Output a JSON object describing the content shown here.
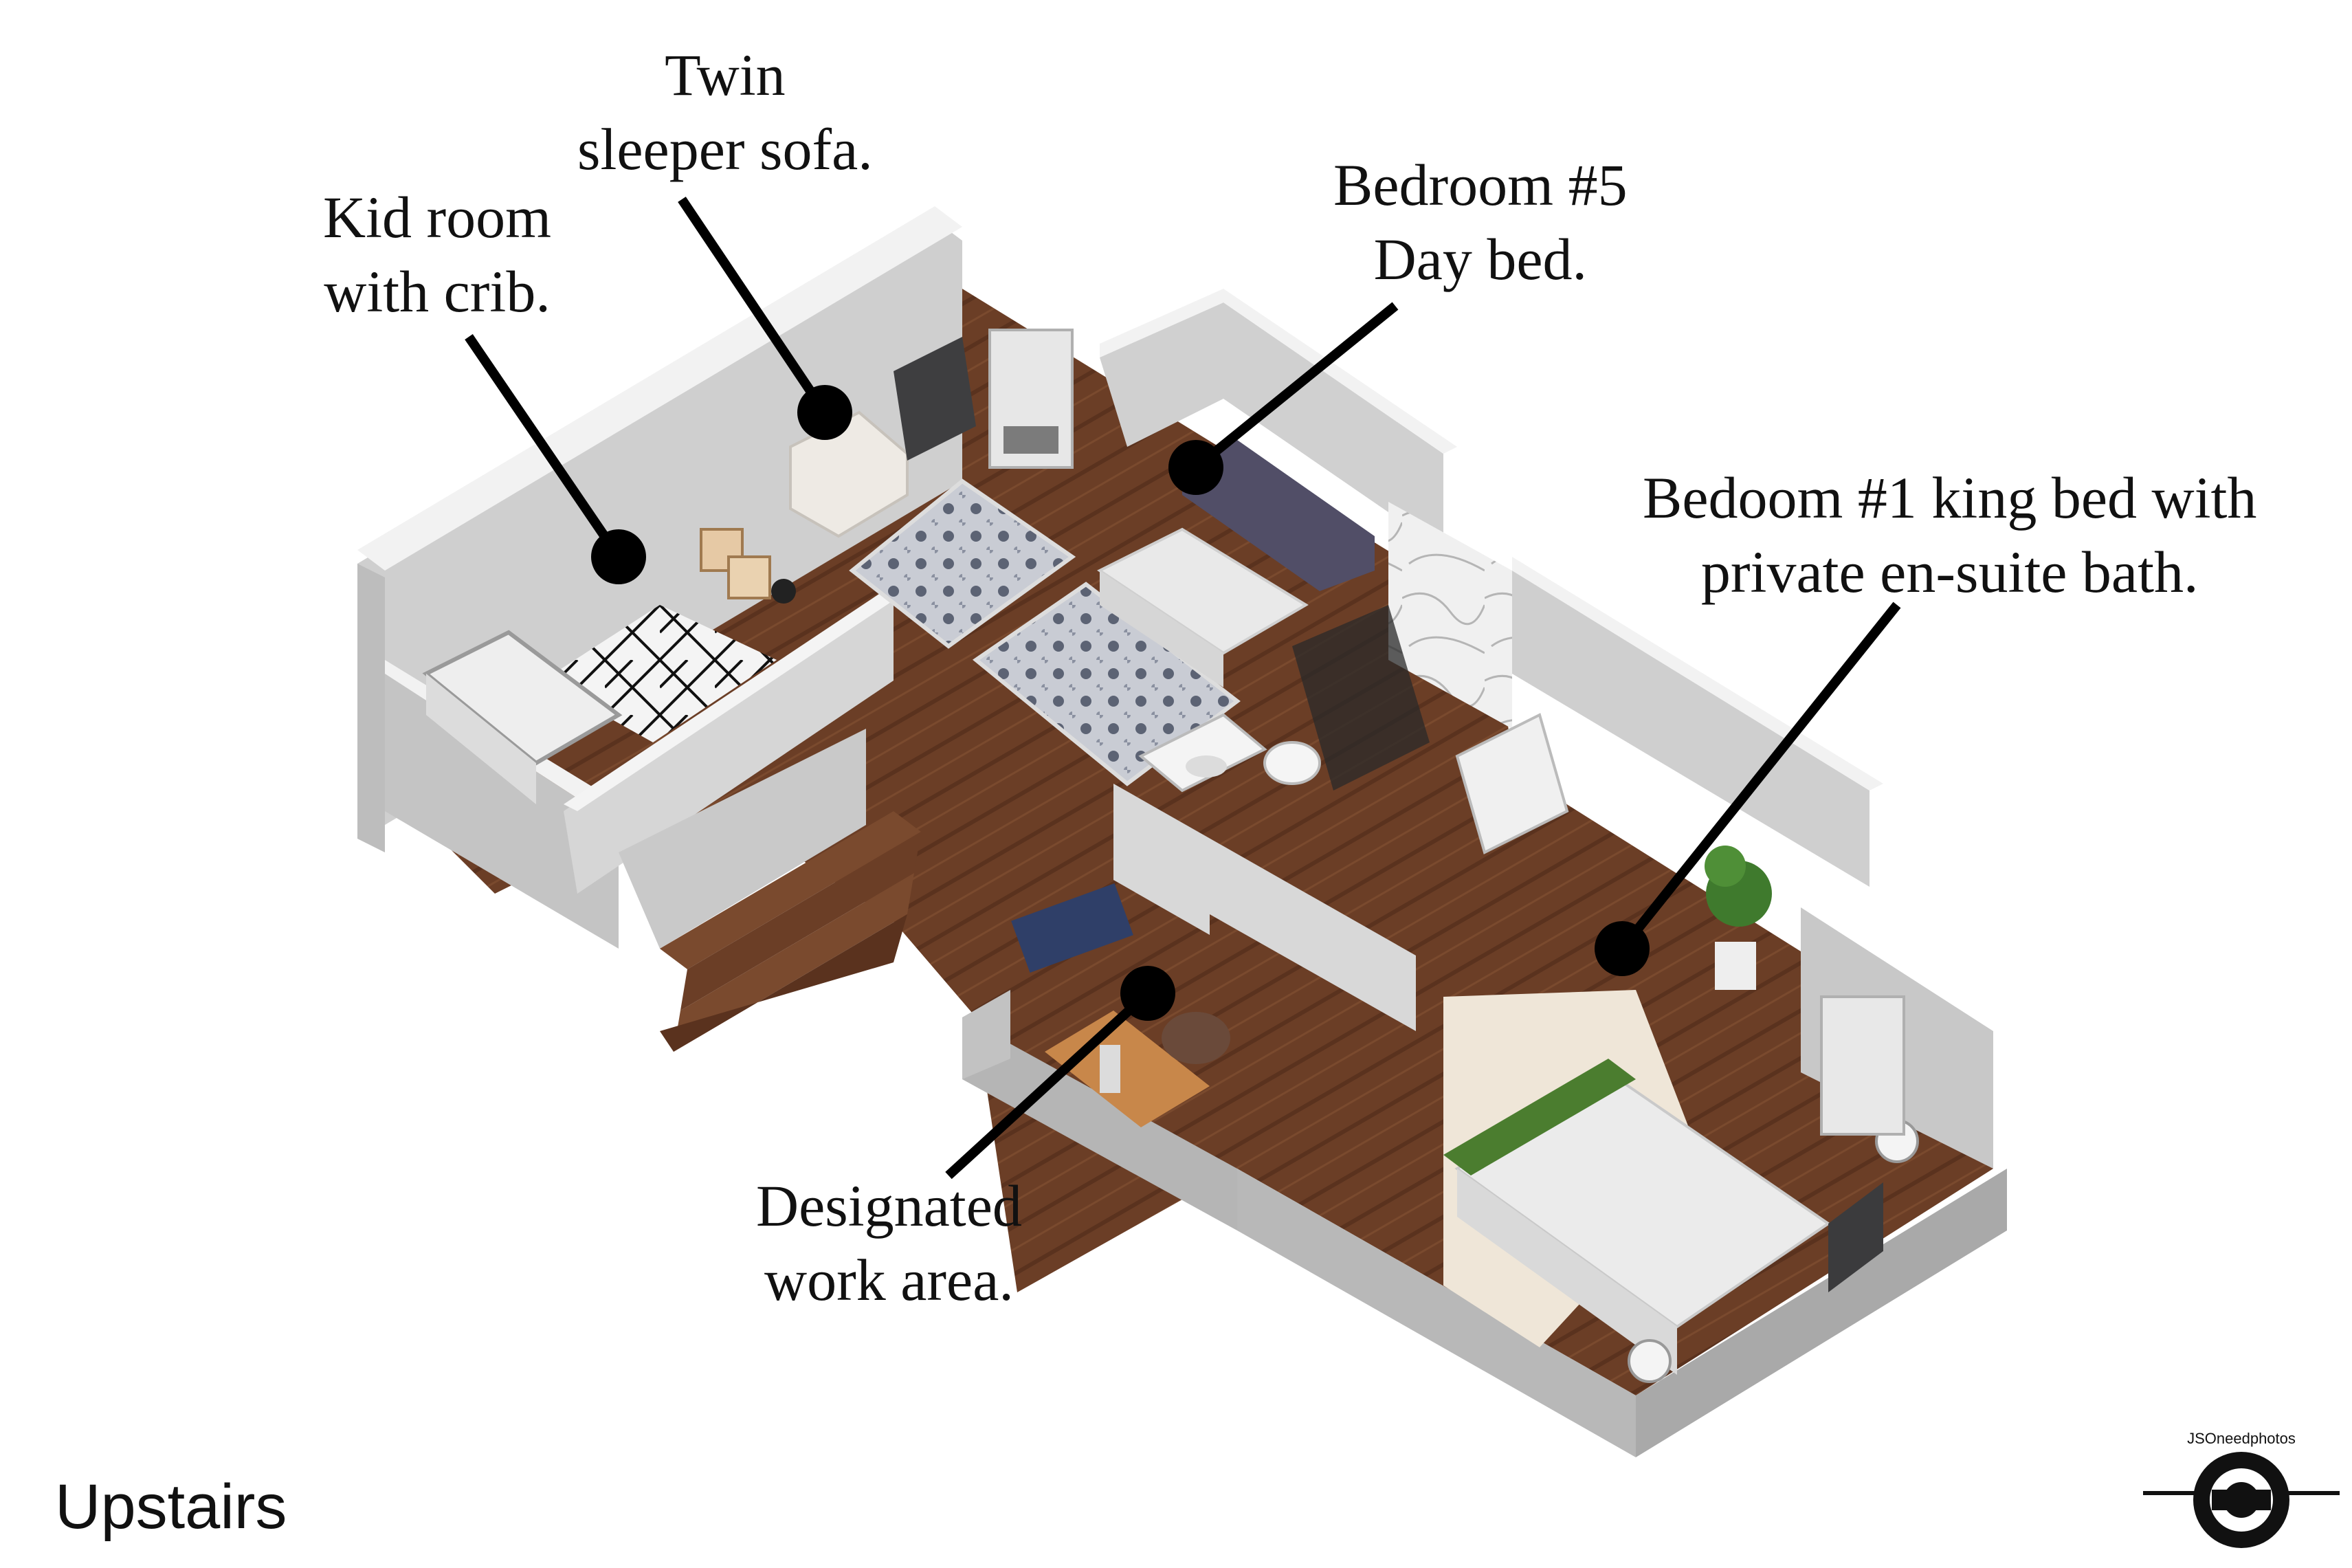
{
  "callouts": [
    {
      "id": "kid-room",
      "lines": [
        "Kid room",
        "with crib."
      ]
    },
    {
      "id": "twin-sofa",
      "lines": [
        "Twin",
        "sleeper sofa."
      ]
    },
    {
      "id": "bedroom-5",
      "lines": [
        "Bedroom #5",
        "Day bed."
      ]
    },
    {
      "id": "bedroom-1",
      "lines": [
        "Bedoom #1 king bed with",
        "private en-suite bath."
      ]
    },
    {
      "id": "work-area",
      "lines": [
        "Designated",
        "work area."
      ]
    }
  ],
  "footer_label": "Upstairs",
  "logo_text": "JSOneedphotos",
  "colors": {
    "wall_top": "#f2f2f2",
    "wall_side": "#b9b9b9",
    "floor": "#6b3e26",
    "floor_dark": "#55301c",
    "pointer": "#000000"
  }
}
